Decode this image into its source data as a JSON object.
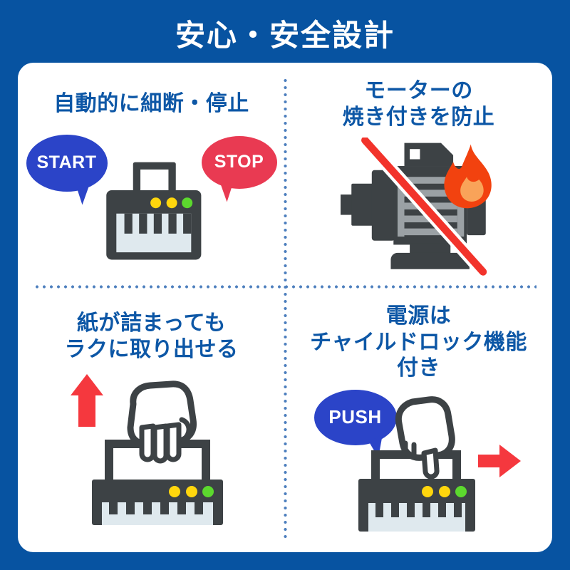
{
  "header": {
    "title": "安心・安全設計"
  },
  "features": [
    {
      "id": "auto-cut-stop",
      "title": "自動的に細断・停止",
      "start_label": "START",
      "stop_label": "STOP",
      "icon": "paper-shredder-icon"
    },
    {
      "id": "motor-burnout-prevention",
      "title": "モーターの\n焼き付きを防止",
      "icon": "motor-no-overheat-icon"
    },
    {
      "id": "easy-jam-removal",
      "title": "紙が詰まっても\nラクに取り出せる",
      "icon": "hand-pulling-paper-icon"
    },
    {
      "id": "child-lock-power",
      "title": "電源は\nチャイルドロック機能\n付き",
      "push_label": "PUSH",
      "icon": "finger-push-power-icon"
    }
  ],
  "colors": {
    "bg": "#0753a1",
    "panel": "#ffffff",
    "heading": "#ffffff",
    "title": "#0d57a6",
    "dot": "#4d7fbe",
    "bubble-blue": "#2b44c8",
    "bubble-red": "#e93a52",
    "red": "#f5383e",
    "slash": "#f2332b",
    "flame": "#f2420f",
    "flame-in": "#f9a359",
    "dark": "#3d4245",
    "gray": "#9ba1a5",
    "light": "#dfe9ee",
    "dot-yellow": "#ffd60d",
    "dot-green": "#5cd92e"
  }
}
